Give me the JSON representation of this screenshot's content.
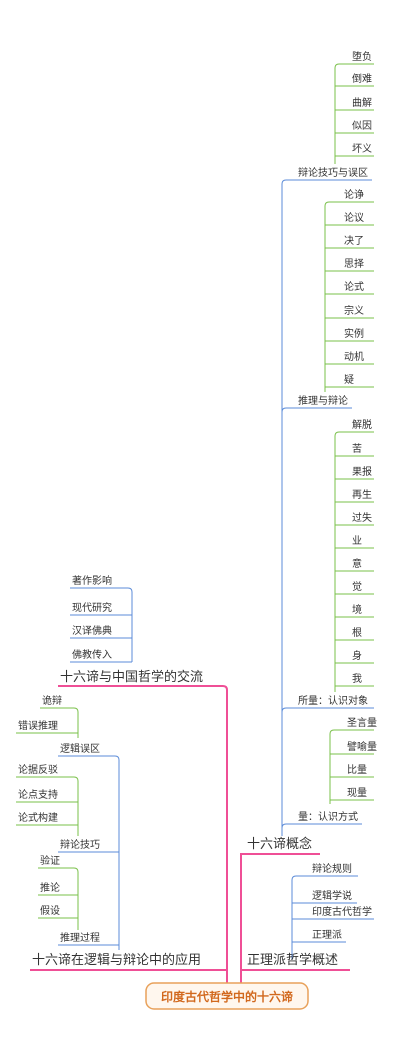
{
  "colors": {
    "root_border": "#e8a15a",
    "root_fill": "#fff7ee",
    "root_text": "#d2691e",
    "main_line": "#ef4f96",
    "blue_line": "#5b8bd8",
    "green_line": "#7ac04a",
    "text": "#333333"
  },
  "root": "印度古代哲学中的十六谛",
  "branches": {
    "b1": {
      "label": "十六谛概念",
      "subs": {
        "s1": {
          "label": "辩论技巧与误区",
          "items": [
            "堕负",
            "倒难",
            "曲解",
            "似因",
            "坏义"
          ]
        },
        "s2": {
          "label": "推理与辩论",
          "items": [
            "论诤",
            "论议",
            "决了",
            "思择",
            "论式",
            "宗义",
            "实例",
            "动机",
            "疑"
          ]
        },
        "s3": {
          "label": "所量：认识对象",
          "items": [
            "解脱",
            "苦",
            "果报",
            "再生",
            "过失",
            "业",
            "意",
            "觉",
            "境",
            "根",
            "身",
            "我"
          ]
        },
        "s4": {
          "label": "量：认识方式",
          "items": [
            "圣言量",
            "譬喻量",
            "比量",
            "现量"
          ]
        }
      }
    },
    "b2": {
      "label": "正理派哲学概述",
      "items": [
        "辩论规则",
        "逻辑学说",
        "印度古代哲学",
        "正理派"
      ]
    },
    "b3": {
      "label": "十六谛与中国哲学的交流",
      "items": [
        "著作影响",
        "现代研究",
        "汉译佛典",
        "佛教传入"
      ]
    },
    "b4": {
      "label": "十六谛在逻辑与辩论中的应用",
      "subs": {
        "s1": {
          "label": "逻辑误区",
          "items": [
            "诡辩",
            "错误推理"
          ]
        },
        "s2": {
          "label": "辩论技巧",
          "items": [
            "论据反驳",
            "论点支持",
            "论式构建"
          ]
        },
        "s3": {
          "label": "推理过程",
          "items": [
            "验证",
            "推论",
            "假设"
          ]
        }
      }
    }
  }
}
